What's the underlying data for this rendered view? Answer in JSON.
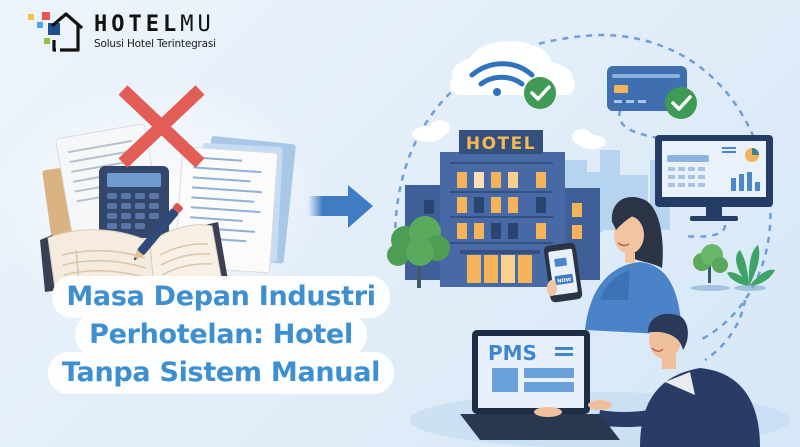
{
  "brand": {
    "name_bold": "HOTEL",
    "name_light": "MU",
    "tagline": "Solusi Hotel Terintegrasi",
    "colors": {
      "red": "#e85552",
      "yellow": "#f6c143",
      "blue_light": "#4fa3e8",
      "navy": "#1f4e8c",
      "green": "#8cc63f"
    }
  },
  "headline": {
    "lines": [
      "Masa Depan Industri",
      "Perhotelan: Hotel",
      "Tanpa Sistem Manual"
    ],
    "color": "#3d8fd0"
  },
  "illustration": {
    "left_scene": {
      "description": "manual paperwork",
      "icons": [
        "cross-mark-icon",
        "documents-icon",
        "calculator-icon",
        "pencil-icon",
        "open-book-icon"
      ],
      "cross_color": "#e35d57"
    },
    "arrow": {
      "icon": "arrow-right-icon",
      "color": "#3f7cc4"
    },
    "right_scene": {
      "hotel_sign": "HOTEL",
      "phone_button": "NOW",
      "laptop_label": "PMS",
      "icons": [
        "wifi-icon",
        "check-badge-icon",
        "credit-card-icon",
        "monitor-dashboard-icon",
        "tree-icon",
        "plant-icon",
        "cloud-icon"
      ],
      "check_color": "#3f9a55"
    }
  }
}
